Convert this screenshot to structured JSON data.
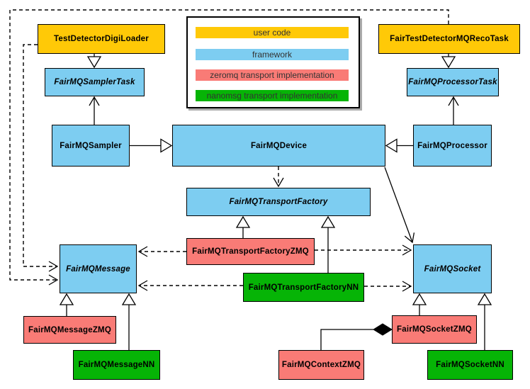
{
  "colors": {
    "user-code": "#ffc907",
    "framework": "#7dcdf1",
    "zeromq": "#f97b76",
    "nanomsg": "#06b406",
    "line": "#000000"
  },
  "legend": {
    "items": [
      {
        "label": "user code",
        "type": "user-code"
      },
      {
        "label": "framework",
        "type": "framework"
      },
      {
        "label": "zeromq transport implementation",
        "type": "zeromq"
      },
      {
        "label": "nanomsg transport implementation",
        "type": "nanomsg"
      }
    ]
  },
  "nodes": {
    "digiLoader": {
      "label": "TestDetectorDigiLoader",
      "category": "user code"
    },
    "recoTask": {
      "label": "FairTestDetectorMQRecoTask",
      "category": "user code"
    },
    "samplerTask": {
      "label": "FairMQSamplerTask",
      "category": "framework",
      "abstract": true
    },
    "processorTask": {
      "label": "FairMQProcessorTask",
      "category": "framework",
      "abstract": true
    },
    "sampler": {
      "label": "FairMQSampler",
      "category": "framework"
    },
    "device": {
      "label": "FairMQDevice",
      "category": "framework"
    },
    "processor": {
      "label": "FairMQProcessor",
      "category": "framework"
    },
    "transportFactory": {
      "label": "FairMQTransportFactory",
      "category": "framework",
      "abstract": true
    },
    "transportFactoryZMQ": {
      "label": "FairMQTransportFactoryZMQ",
      "category": "zeromq transport implementation"
    },
    "transportFactoryNN": {
      "label": "FairMQTransportFactoryNN",
      "category": "nanomsg transport implementation"
    },
    "message": {
      "label": "FairMQMessage",
      "category": "framework",
      "abstract": true
    },
    "socket": {
      "label": "FairMQSocket",
      "category": "framework",
      "abstract": true
    },
    "messageZMQ": {
      "label": "FairMQMessageZMQ",
      "category": "zeromq transport implementation"
    },
    "messageNN": {
      "label": "FairMQMessageNN",
      "category": "nanomsg transport implementation"
    },
    "socketZMQ": {
      "label": "FairMQSocketZMQ",
      "category": "zeromq transport implementation"
    },
    "socketNN": {
      "label": "FairMQSocketNN",
      "category": "nanomsg transport implementation"
    },
    "contextZMQ": {
      "label": "FairMQContextZMQ",
      "category": "zeromq transport implementation"
    }
  }
}
